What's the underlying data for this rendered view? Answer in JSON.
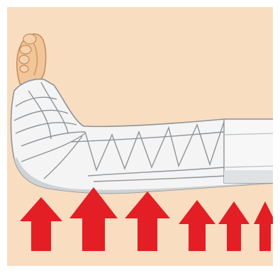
{
  "illustration": {
    "subject": "leg-compression-bandage",
    "colors": {
      "background": "#f8ddc0",
      "border": "#ffffff",
      "bandage": "#f4f4f4",
      "bandage_shadow": "#cfd2d4",
      "bandage_outline": "#8e9398",
      "skin": "#f1c79a",
      "skin_shadow": "#d9a06b",
      "arrow": "#e31e24"
    },
    "arrows": {
      "count": 6,
      "direction": "up",
      "icon": "up-arrow-icon",
      "relative_sizes": [
        "large",
        "large",
        "large",
        "medium",
        "small",
        "small"
      ]
    }
  }
}
